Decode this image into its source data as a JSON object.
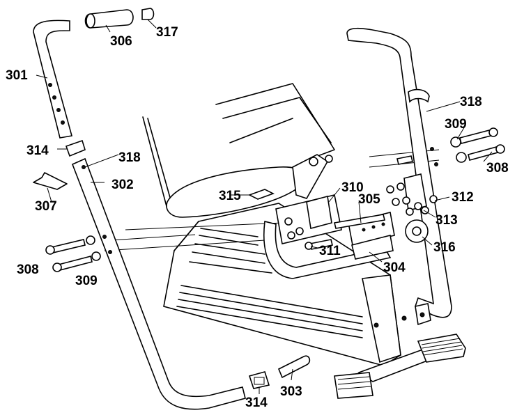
{
  "labels": {
    "l301": "301",
    "l302": "302",
    "l303": "303",
    "l304": "304",
    "l305": "305",
    "l306": "306",
    "l307": "307",
    "l308a": "308",
    "l308b": "308",
    "l309a": "309",
    "l309b": "309",
    "l310": "310",
    "l311": "311",
    "l312": "312",
    "l313": "313",
    "l314a": "314",
    "l314b": "314",
    "l315": "315",
    "l316": "316",
    "l317": "317",
    "l318a": "318",
    "l318b": "318"
  }
}
